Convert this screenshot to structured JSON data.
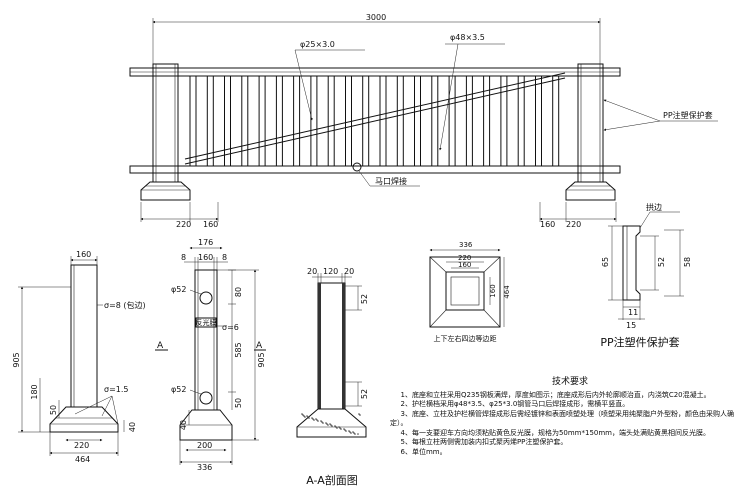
{
  "elevation": {
    "total_width": "3000",
    "rail_top": "φ48×3.5",
    "rail_diag": "φ25×3.0",
    "weld_label": "马口焊接",
    "pp_label": "PP注塑保护套",
    "dim_220": "220",
    "dim_160": "160"
  },
  "post_detail": {
    "width": "160",
    "height": "905",
    "sigma_top": "σ=8 (包边)",
    "sigma_base": "σ=1.5",
    "base_top": "220",
    "base_bottom": "464",
    "h_50": "50",
    "h_180": "180",
    "h_40": "40"
  },
  "side_detail": {
    "w176": "176",
    "w8a": "8",
    "w160": "160",
    "w8b": "8",
    "phi52a": "φ52",
    "phi52b": "φ52",
    "sigma6": "σ=6",
    "plate": "反光膜",
    "h80": "80",
    "h585": "585",
    "h905": "905",
    "h50": "50",
    "h40": "40",
    "w200": "200",
    "w336": "336",
    "section_mark": "A"
  },
  "section": {
    "d20a": "20",
    "d120": "120",
    "d20b": "20",
    "d52a": "52",
    "d52b": "52",
    "caption": "A-A剖面图"
  },
  "plan": {
    "w336": "336",
    "w220": "220",
    "w160": "160",
    "h160": "160",
    "h464": "464",
    "note": "上下左右四边等边距"
  },
  "sleeve": {
    "curl_label": "拱边",
    "d65": "65",
    "d52": "52",
    "d58": "58",
    "d11": "11",
    "d15": "15",
    "caption": "PP注塑件保护套"
  },
  "notes": {
    "title": "技术要求",
    "items": [
      "1、底座和立柱采用Q235钢板满焊，厚度如图示；底座成形后内外轮廓顺治直，内浇筑C20混凝土。",
      "2、护栏横档采用φ48*3.5、φ25*3.0钢管马口后焊接成形，需横平竖直。",
      "3、底座、立柱及护栏横管焊接成形后需经镀锌和表面喷塑处理（喷塑采用纯聚脂户外型粉，颜色由采购人确定）。",
      "4、每一支要迎车方向均须粘贴黄色反光膜，规格为50mm*150mm，端头处满贴黄黑相间反光膜。",
      "5、每根立柱两侧需加装内扣式聚丙烯PP注塑保护套。",
      "6、单位mm。"
    ]
  }
}
